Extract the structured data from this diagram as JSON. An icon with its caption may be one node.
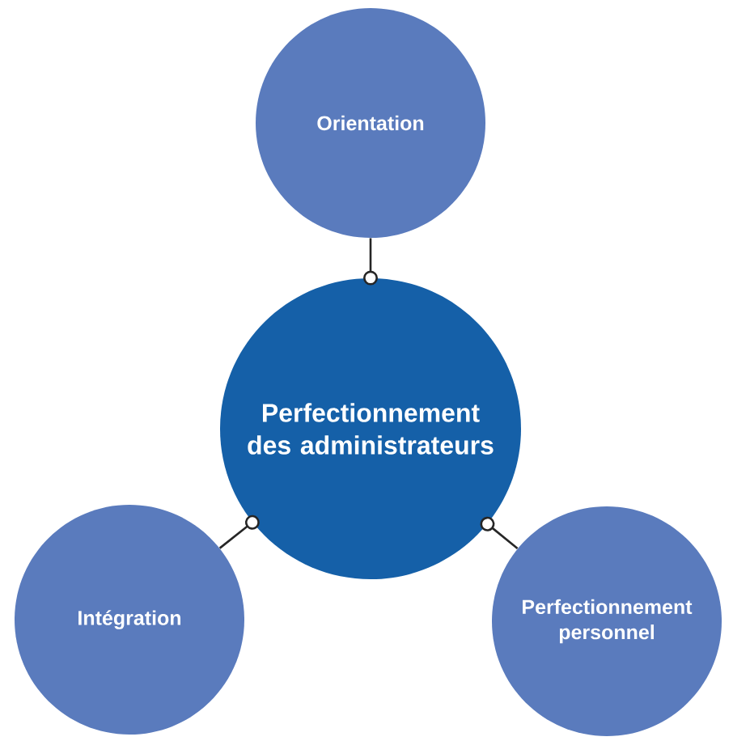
{
  "diagram": {
    "nodes": [
      {
        "text": [
          "Perfectionnement des administrateurs"
        ]
      },
      {
        "text": [
          "Orientation"
        ]
      },
      {
        "text": [
          "Intégration"
        ]
      },
      {
        "text": [
          "Perfectionnement personnel"
        ]
      }
    ],
    "edges": [
      {
        "from": 1,
        "to": 0,
        "arrow": "other"
      },
      {
        "from": 2,
        "to": 0,
        "arrow": "other"
      },
      {
        "from": 3,
        "to": 0,
        "arrow": "other"
      }
    ]
  }
}
